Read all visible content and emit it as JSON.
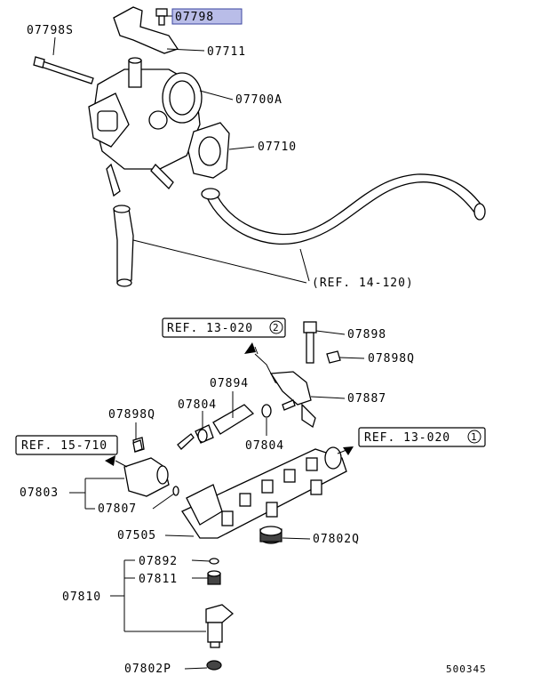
{
  "diagram_id": "500345",
  "highlighted_part": "07798",
  "highlight_color": "#b9bde8",
  "labels": {
    "p07798": "07798",
    "p07798s": "07798S",
    "p07711": "07711",
    "p07700a": "07700A",
    "p07710": "07710",
    "ref14_120": "(REF. 14-120)",
    "ref13_020_2": "REF. 13-020",
    "ref13_020_2_num": "2",
    "p07898": "07898",
    "p07898q_r": "07898Q",
    "p07894": "07894",
    "p07887": "07887",
    "p07804_a": "07804",
    "p07804_b": "07804",
    "p07898q_l": "07898Q",
    "ref15_710": "REF. 15-710",
    "ref13_020_1": "REF. 13-020",
    "ref13_020_1_num": "1",
    "p07803": "07803",
    "p07807": "07807",
    "p07505": "07505",
    "p07802q": "07802Q",
    "p07892": "07892",
    "p07811": "07811",
    "p07810": "07810",
    "p07802p": "07802P"
  }
}
